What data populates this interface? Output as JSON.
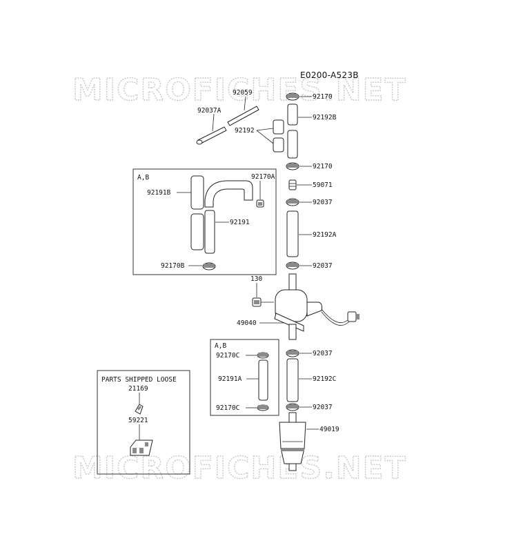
{
  "watermark": "MICROFICHES.NET",
  "reference": "E0200-A523B",
  "groups": {
    "ab_label_1": "A,B",
    "ab_label_2": "A,B",
    "loose_title": "PARTS SHIPPED LOOSE"
  },
  "parts": {
    "p92059": "92059",
    "p92037A": "92037A",
    "p92192": "92192",
    "p92170_top": "92170",
    "p92192B": "92192B",
    "p92170_mid": "92170",
    "p59071": "59071",
    "p92037_1": "92037",
    "p92192A": "92192A",
    "p92037_2": "92037",
    "p92170A": "92170A",
    "p92191B": "92191B",
    "p92191": "92191",
    "p92170B": "92170B",
    "p130": "130",
    "p49040": "49040",
    "p92170C_1": "92170C",
    "p92191A": "92191A",
    "p92170C_2": "92170C",
    "p92037_3": "92037",
    "p92192C": "92192C",
    "p92037_4": "92037",
    "p49019": "49019",
    "p21169": "21169",
    "p59221": "59221"
  }
}
